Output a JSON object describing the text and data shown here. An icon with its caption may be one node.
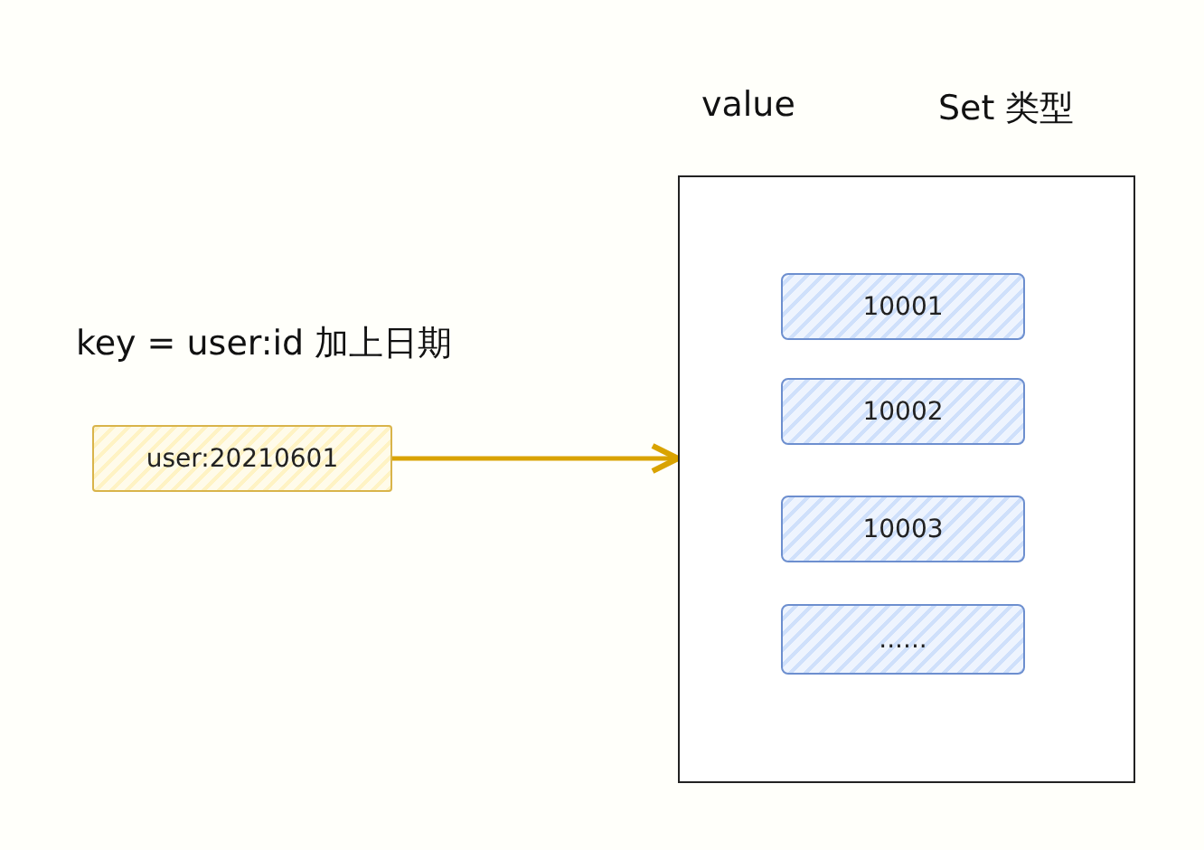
{
  "diagram": {
    "nodes": [
      {
        "text": [
          "user:20210601"
        ]
      },
      {
        "text": [],
        "shape": "box"
      },
      {
        "text": [
          "10001"
        ],
        "in": 1
      },
      {
        "text": [
          "10002"
        ],
        "in": 1
      },
      {
        "text": [
          "10003"
        ],
        "in": 1
      },
      {
        "text": [
          "......"
        ],
        "in": 1
      }
    ],
    "edges": [
      {
        "from": 0,
        "to": 1,
        "arrow": "to",
        "color": "#d9a300"
      }
    ],
    "labels": [
      "value",
      "Set 类型",
      "key = user:id 加上日期"
    ]
  }
}
